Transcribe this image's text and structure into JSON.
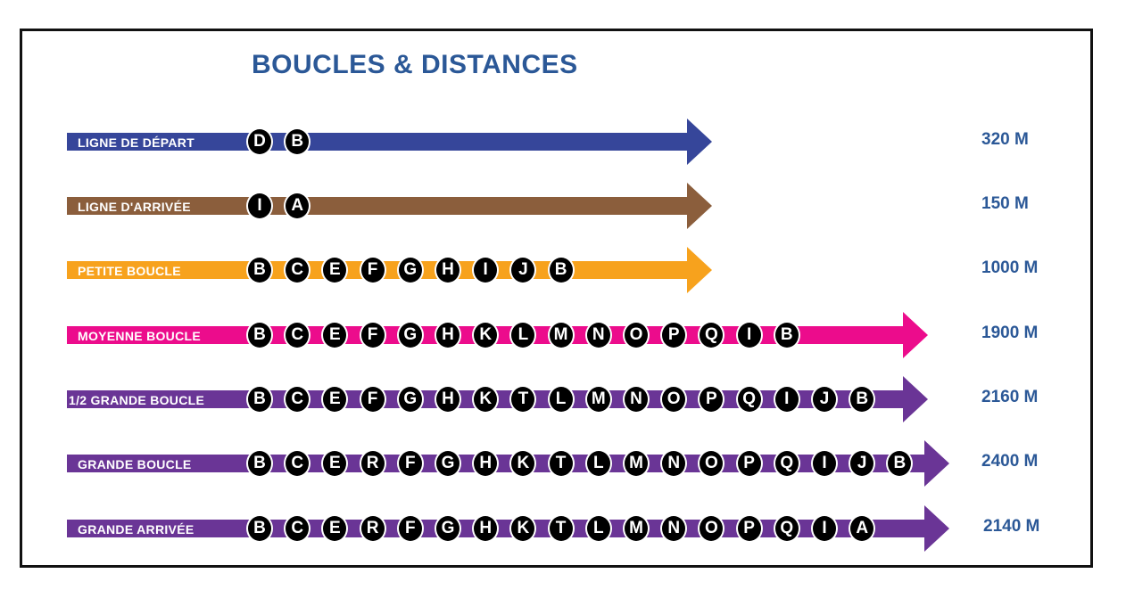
{
  "title": "BOUCLES & DISTANCES",
  "rows": [
    {
      "label": "LIGNE DE DÉPART",
      "color": "#36469a",
      "stops": [
        "D",
        "B"
      ],
      "distance": "320 M"
    },
    {
      "label": "LIGNE D'ARRIVÉE",
      "color": "#8b5e3c",
      "stops": [
        "I",
        "A"
      ],
      "distance": "150 M"
    },
    {
      "label": "PETITE BOUCLE",
      "color": "#f7a21d",
      "stops": [
        "B",
        "C",
        "E",
        "F",
        "G",
        "H",
        "I",
        "J",
        "B"
      ],
      "distance": "1000 M"
    },
    {
      "label": "MOYENNE BOUCLE",
      "color": "#ec0c8c",
      "stops": [
        "B",
        "C",
        "E",
        "F",
        "G",
        "H",
        "K",
        "L",
        "M",
        "N",
        "O",
        "P",
        "Q",
        "I",
        "B"
      ],
      "distance": "1900 M"
    },
    {
      "label": "1/2 GRANDE BOUCLE",
      "color": "#6a3596",
      "stops": [
        "B",
        "C",
        "E",
        "F",
        "G",
        "H",
        "K",
        "T",
        "L",
        "M",
        "N",
        "O",
        "P",
        "Q",
        "I",
        "J",
        "B"
      ],
      "distance": "2160 M"
    },
    {
      "label": "GRANDE BOUCLE",
      "color": "#6a3596",
      "stops": [
        "B",
        "C",
        "E",
        "R",
        "F",
        "G",
        "H",
        "K",
        "T",
        "L",
        "M",
        "N",
        "O",
        "P",
        "Q",
        "I",
        "J",
        "B"
      ],
      "distance": "2400 M"
    },
    {
      "label": "GRANDE ARRIVÉE",
      "color": "#6a3596",
      "stops": [
        "B",
        "C",
        "E",
        "R",
        "F",
        "G",
        "H",
        "K",
        "T",
        "L",
        "M",
        "N",
        "O",
        "P",
        "Q",
        "I",
        "A"
      ],
      "distance": "2140 M"
    }
  ]
}
